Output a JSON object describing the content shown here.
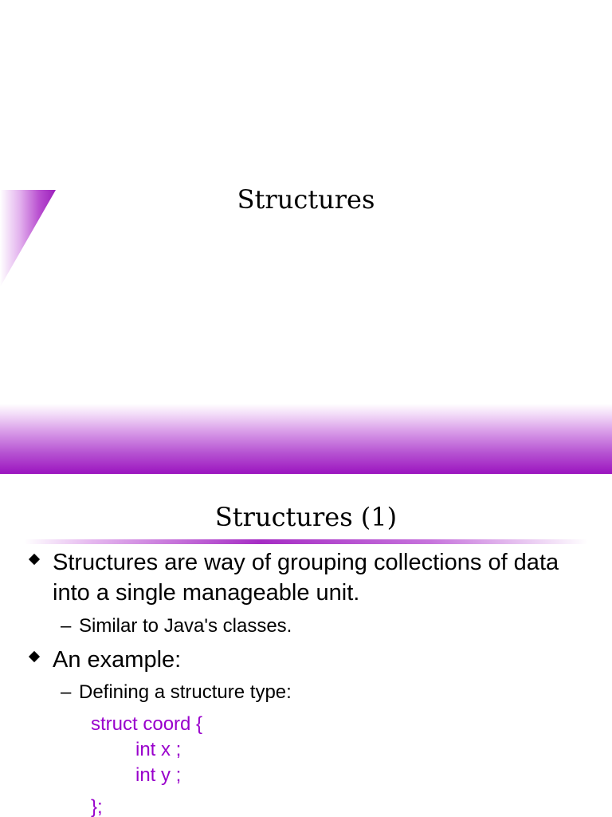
{
  "slide1": {
    "title": "Structures"
  },
  "slide2": {
    "title": "Structures (1)",
    "bullets": [
      {
        "text": "Structures are way of grouping collections of data into a single manageable unit.",
        "sub": [
          "Similar to Java's classes."
        ]
      },
      {
        "text": "An example:",
        "sub": [
          "Defining a structure type:"
        ]
      }
    ],
    "code_lines": [
      "struct coord {",
      "int x ;",
      "int y ;",
      "};"
    ]
  },
  "colors": {
    "accent": "#9b14bf",
    "code": "#9900cc"
  }
}
